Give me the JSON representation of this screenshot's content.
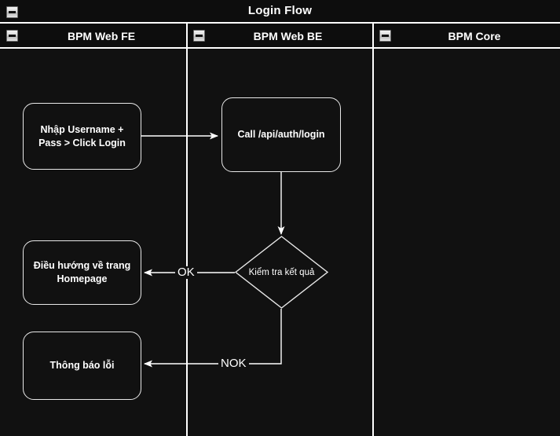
{
  "diagram": {
    "type": "flowchart-swimlane",
    "title": "Login Flow",
    "collapse_icon": "minus-collapse-icon",
    "colors": {
      "background": "#111111",
      "stroke": "#ffffff",
      "node_border": "#e8e8e8",
      "text": "#ffffff"
    },
    "lanes": [
      {
        "id": "fe",
        "label": "BPM Web FE"
      },
      {
        "id": "be",
        "label": "BPM Web BE"
      },
      {
        "id": "core",
        "label": "BPM Core"
      }
    ],
    "nodes": [
      {
        "id": "n1",
        "lane": "fe",
        "shape": "rounded-rect",
        "label": "Nhập Username +\nPass > Click Login"
      },
      {
        "id": "n2",
        "lane": "be",
        "shape": "rounded-rect",
        "label": "Call /api/auth/login"
      },
      {
        "id": "n3",
        "lane": "be",
        "shape": "diamond",
        "label": "Kiểm tra kết quả"
      },
      {
        "id": "n4",
        "lane": "fe",
        "shape": "rounded-rect",
        "label": "Điều hướng về trang\nHomepage"
      },
      {
        "id": "n5",
        "lane": "fe",
        "shape": "rounded-rect",
        "label": "Thông báo lỗi"
      }
    ],
    "edges": [
      {
        "id": "e1",
        "from": "n1",
        "to": "n2",
        "label": ""
      },
      {
        "id": "e2",
        "from": "n2",
        "to": "n3",
        "label": ""
      },
      {
        "id": "e3",
        "from": "n3",
        "to": "n4",
        "label": "OK"
      },
      {
        "id": "e4",
        "from": "n3",
        "to": "n5",
        "label": "NOK"
      }
    ]
  }
}
